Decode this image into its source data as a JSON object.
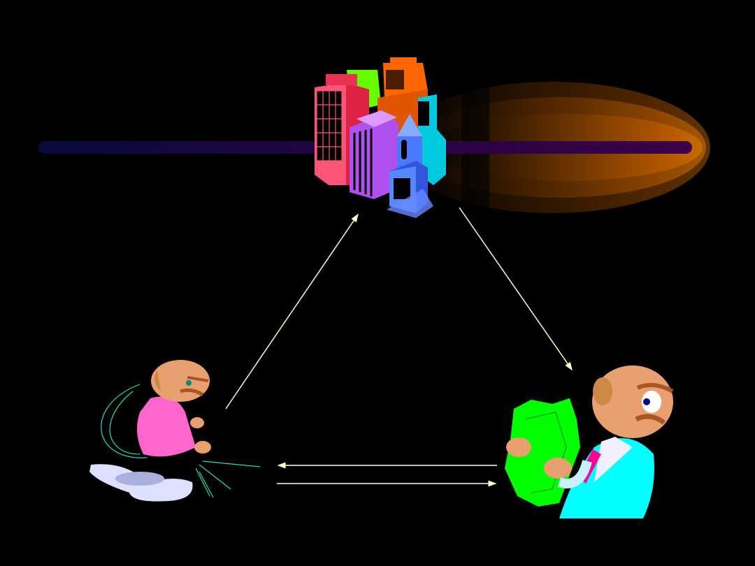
{
  "slide": {
    "background": "#000000",
    "arrow_color": "#ffffcc",
    "bar_colors": [
      "#0a0a3c",
      "#3c0048"
    ],
    "comet_color": "#c86400"
  },
  "nodes": [
    {
      "icon": "city-buildings-icon"
    },
    {
      "icon": "running-man-icon"
    },
    {
      "icon": "man-holding-money-icon"
    }
  ],
  "arrows": [
    {
      "from": "running-man",
      "to": "city-buildings"
    },
    {
      "from": "city-buildings",
      "to": "man-holding-money"
    },
    {
      "from": "man-holding-money",
      "to": "running-man"
    },
    {
      "from": "running-man",
      "to": "man-holding-money"
    }
  ]
}
